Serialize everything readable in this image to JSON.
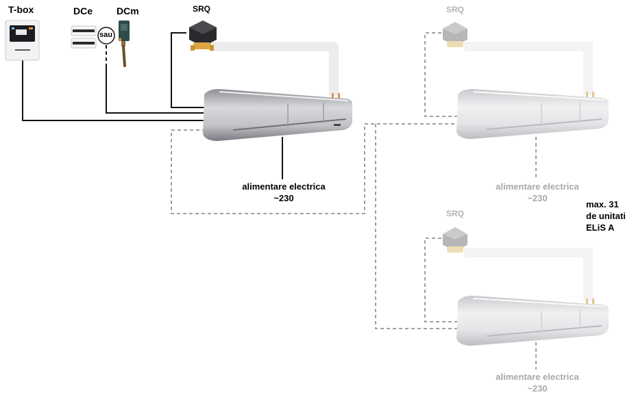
{
  "labels": {
    "tbox": "T-box",
    "dce": "DCe",
    "dcm": "DCm",
    "sau": "sau",
    "srq_main": "SRQ",
    "srq_2": "SRQ",
    "srq_3": "SRQ",
    "power_1": {
      "line1": "alimentare electrica",
      "line2": "~230"
    },
    "power_2": {
      "line1": "alimentare electrica",
      "line2": "~230"
    },
    "power_3": {
      "line1": "alimentare electrica",
      "line2": "~230"
    },
    "max_units": {
      "line1": "max. 31",
      "line2": "de unitati",
      "line3": "ELiS A"
    }
  },
  "colors": {
    "wire_solid": "#111111",
    "wire_dashed": "#a0a0a0",
    "pipe": "#ececec",
    "unit_main": "#b9b9bd",
    "unit_faded": "#d9d9dc",
    "label_grey": "#a8a8a8"
  },
  "icons": [
    "tbox-controller-icon",
    "dce-sensor-icon",
    "dcm-sensor-icon",
    "srq-valve-icon",
    "air-curtain-icon"
  ]
}
